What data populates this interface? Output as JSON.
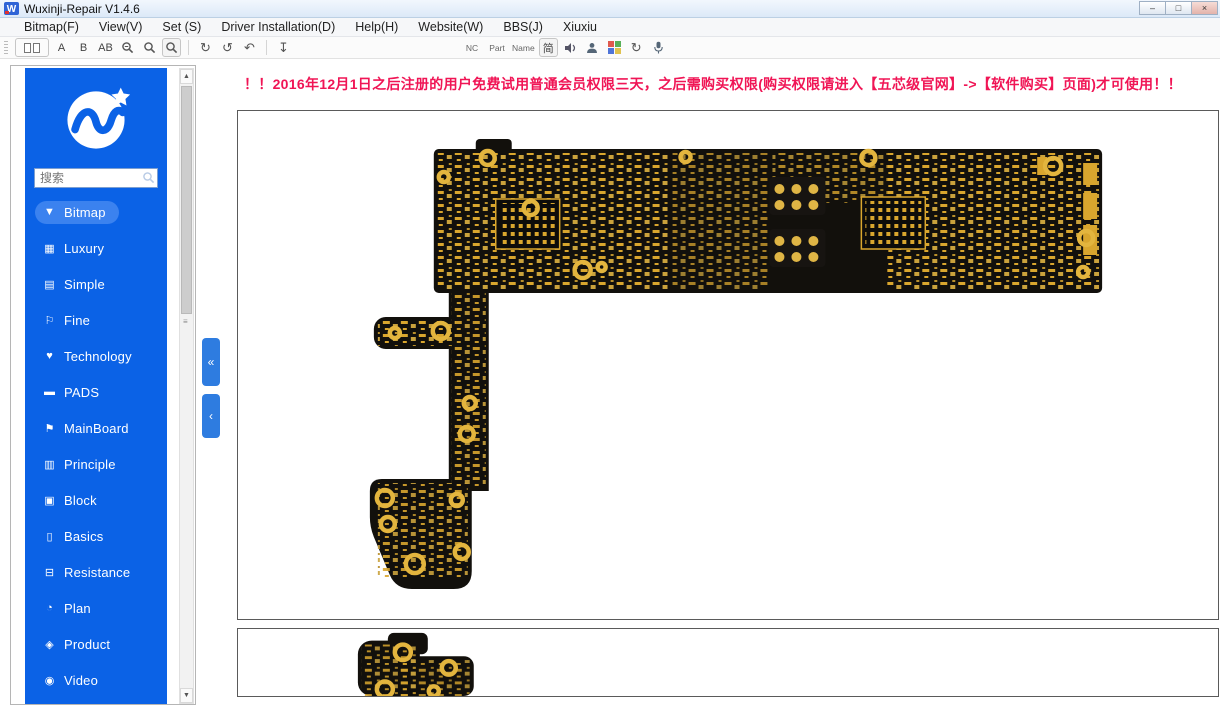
{
  "window": {
    "title": "Wuxinji-Repair V1.4.6",
    "minimize": "–",
    "maximize": "□",
    "close": "×"
  },
  "menubar": {
    "items": [
      {
        "name": "menu-bitmap",
        "label": "Bitmap(F)"
      },
      {
        "name": "menu-view",
        "label": "View(V)"
      },
      {
        "name": "menu-set",
        "label": "Set (S)"
      },
      {
        "name": "menu-driver-installation",
        "label": "Driver Installation(D)"
      },
      {
        "name": "menu-help",
        "label": "Help(H)"
      },
      {
        "name": "menu-website",
        "label": "Website(W)"
      },
      {
        "name": "menu-bbs",
        "label": "BBS(J)"
      },
      {
        "name": "menu-xiuxiu",
        "label": "Xiuxiu"
      }
    ]
  },
  "toolbar": {
    "a": "A",
    "b": "B",
    "ab": "AB",
    "rotate_right": "↻",
    "rotate_left": "↺",
    "undo": "↶",
    "move_down": "↧",
    "nc": "NC",
    "part": "Part",
    "name_label": "Name",
    "lang": "简",
    "refresh": "↻"
  },
  "sidebar": {
    "search": {
      "placeholder": "搜索"
    },
    "items": [
      {
        "name": "sidebar-item-bitmap",
        "label": "Bitmap",
        "icon": "▼",
        "selected": true
      },
      {
        "name": "sidebar-item-luxury",
        "label": "Luxury",
        "icon": "▦"
      },
      {
        "name": "sidebar-item-simple",
        "label": "Simple",
        "icon": "▤"
      },
      {
        "name": "sidebar-item-fine",
        "label": "Fine",
        "icon": "⚐"
      },
      {
        "name": "sidebar-item-technology",
        "label": "Technology",
        "icon": "♥"
      },
      {
        "name": "sidebar-item-pads",
        "label": "PADS",
        "icon": "▬"
      },
      {
        "name": "sidebar-item-mainboard",
        "label": "MainBoard",
        "icon": "⚑"
      },
      {
        "name": "sidebar-item-principle",
        "label": "Principle",
        "icon": "▥"
      },
      {
        "name": "sidebar-item-block",
        "label": "Block",
        "icon": "▣"
      },
      {
        "name": "sidebar-item-basics",
        "label": "Basics",
        "icon": "▯"
      },
      {
        "name": "sidebar-item-resistance",
        "label": "Resistance",
        "icon": "⊟"
      },
      {
        "name": "sidebar-item-plan",
        "label": "Plan",
        "icon": "◔"
      },
      {
        "name": "sidebar-item-product",
        "label": "Product",
        "icon": "◈"
      },
      {
        "name": "sidebar-item-video",
        "label": "Video",
        "icon": "◉"
      }
    ]
  },
  "content": {
    "notice": "！！2016年12月1日之后注册的用户免费试用普通会员权限三天，之后需购买权限(购买权限请进入【五芯级官网】->【软件购买】页面)才可使用！！",
    "collapse_all": "«",
    "collapse_one": "‹"
  },
  "colors": {
    "sidebar_blue": "#0b62e6",
    "notice_red": "#f01555",
    "board_black": "#12100c",
    "pad_gold": "#dca62e"
  }
}
